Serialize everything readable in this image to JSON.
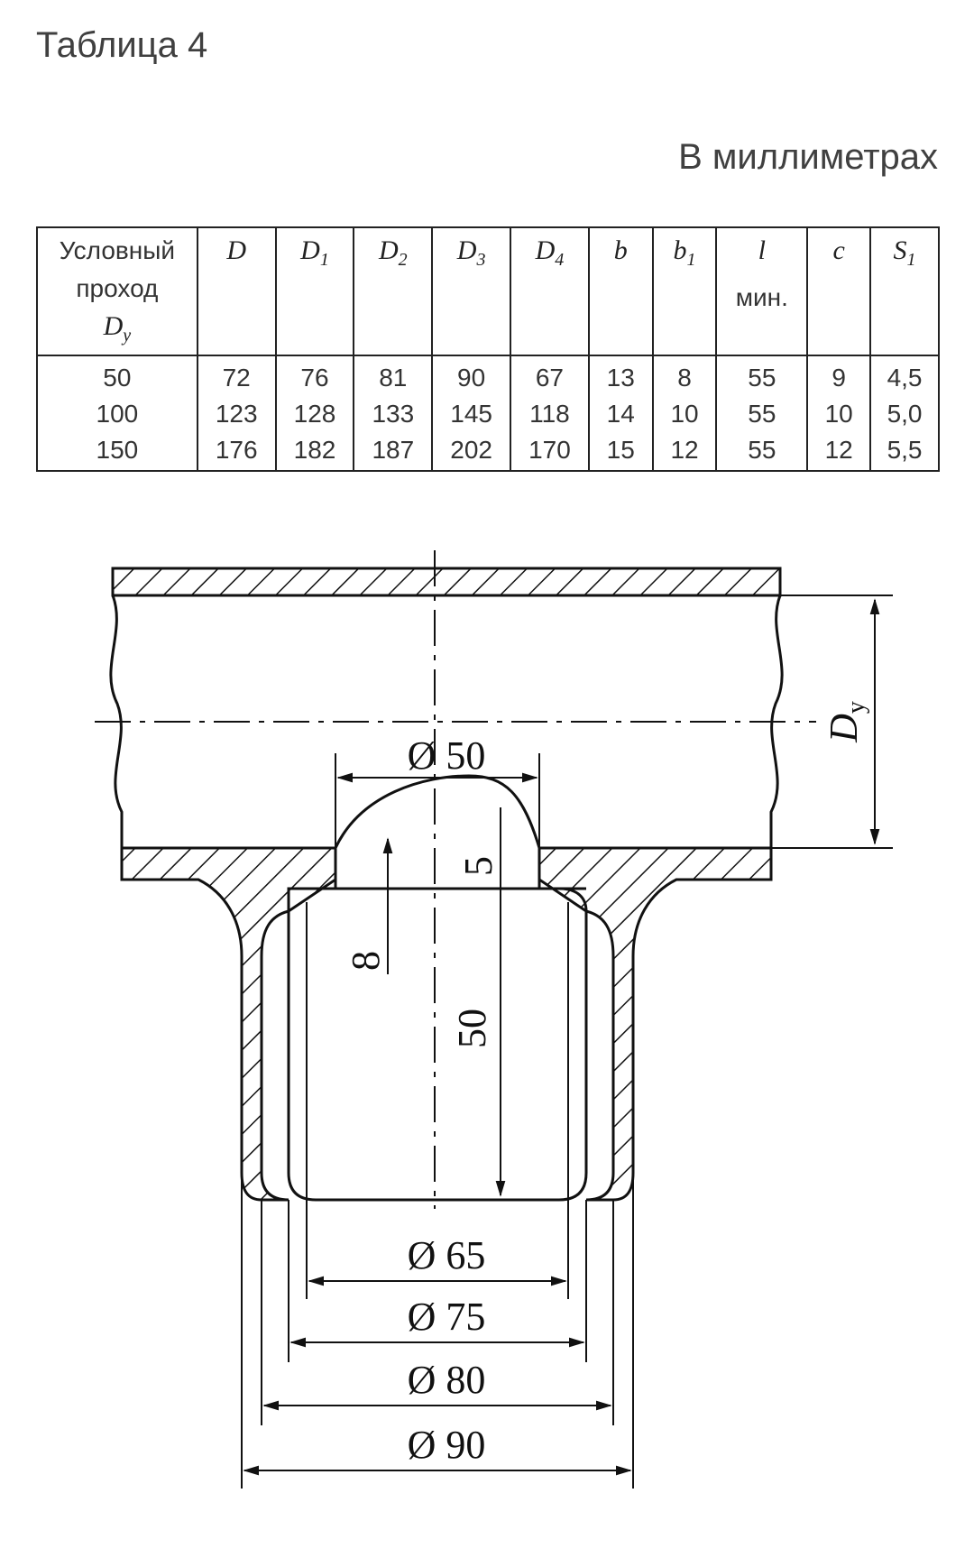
{
  "title": "Таблица 4",
  "units": "В миллиметрах",
  "table": {
    "header_dy": [
      "Условный",
      "проход"
    ],
    "header_dy_symbol": "D",
    "header_dy_sub": "у",
    "columns": [
      {
        "sym": "D",
        "sub": ""
      },
      {
        "sym": "D",
        "sub": "1"
      },
      {
        "sym": "D",
        "sub": "2"
      },
      {
        "sym": "D",
        "sub": "3"
      },
      {
        "sym": "D",
        "sub": "4"
      },
      {
        "sym": "b",
        "sub": ""
      },
      {
        "sym": "b",
        "sub": "1"
      },
      {
        "sym": "l",
        "sub": "",
        "note": "мин."
      },
      {
        "sym": "c",
        "sub": ""
      },
      {
        "sym": "S",
        "sub": "1"
      }
    ],
    "rows": [
      [
        "50",
        "72",
        "76",
        "81",
        "90",
        "67",
        "13",
        "8",
        "55",
        "9",
        "4,5"
      ],
      [
        "100",
        "123",
        "128",
        "133",
        "145",
        "118",
        "14",
        "10",
        "55",
        "10",
        "5,0"
      ],
      [
        "150",
        "176",
        "182",
        "187",
        "202",
        "170",
        "15",
        "12",
        "55",
        "12",
        "5,5"
      ]
    ]
  },
  "drawing": {
    "dim_top": "Ø 50",
    "dim_5": "5",
    "dim_8": "8",
    "dim_50": "50",
    "dim_65": "Ø 65",
    "dim_75": "Ø 75",
    "dim_80": "Ø 80",
    "dim_90": "Ø 90",
    "dim_dy_main": "D",
    "dim_dy_sub": "у"
  }
}
